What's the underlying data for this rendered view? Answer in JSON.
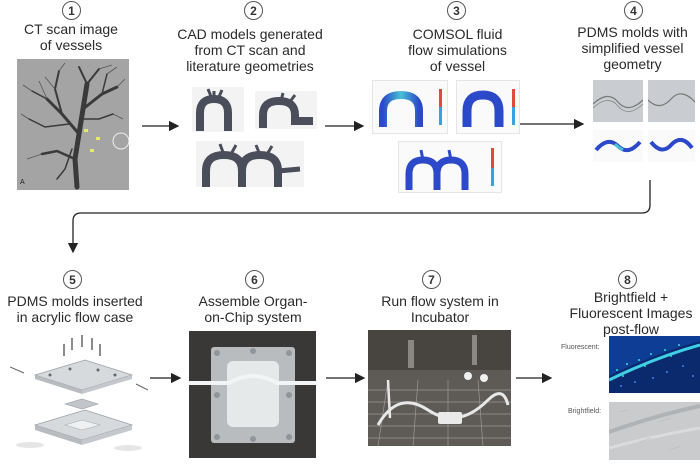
{
  "steps": [
    {
      "num": "1",
      "title_lines": [
        "CT scan image",
        "of vessels"
      ]
    },
    {
      "num": "2",
      "title_lines": [
        "CAD models generated",
        "from CT scan and",
        "literature geometries"
      ]
    },
    {
      "num": "3",
      "title_lines": [
        "COMSOL fluid",
        "flow simulations",
        "of vessel"
      ]
    },
    {
      "num": "4",
      "title_lines": [
        "PDMS molds with",
        "simplified vessel",
        "geometry"
      ]
    },
    {
      "num": "5",
      "title_lines": [
        "PDMS molds inserted",
        "in acrylic flow case"
      ]
    },
    {
      "num": "6",
      "title_lines": [
        "Assemble Organ-",
        "on-Chip system"
      ]
    },
    {
      "num": "7",
      "title_lines": [
        "Run flow system in",
        "Incubator"
      ]
    },
    {
      "num": "8",
      "title_lines": [
        "Brightfield +",
        "Fluorescent Images",
        "post-flow"
      ]
    }
  ],
  "image_labels": {
    "fluorescent": "Fluorescent:",
    "brightfield": "Brightfield:",
    "ct_corner": "A"
  },
  "colors": {
    "arrow": "#222222",
    "badge_border": "#555555",
    "vessel_cad": "#4a4e5a",
    "vessel_flow": "#2b49c8",
    "fluorescent_bg": "#0a2f7a"
  }
}
